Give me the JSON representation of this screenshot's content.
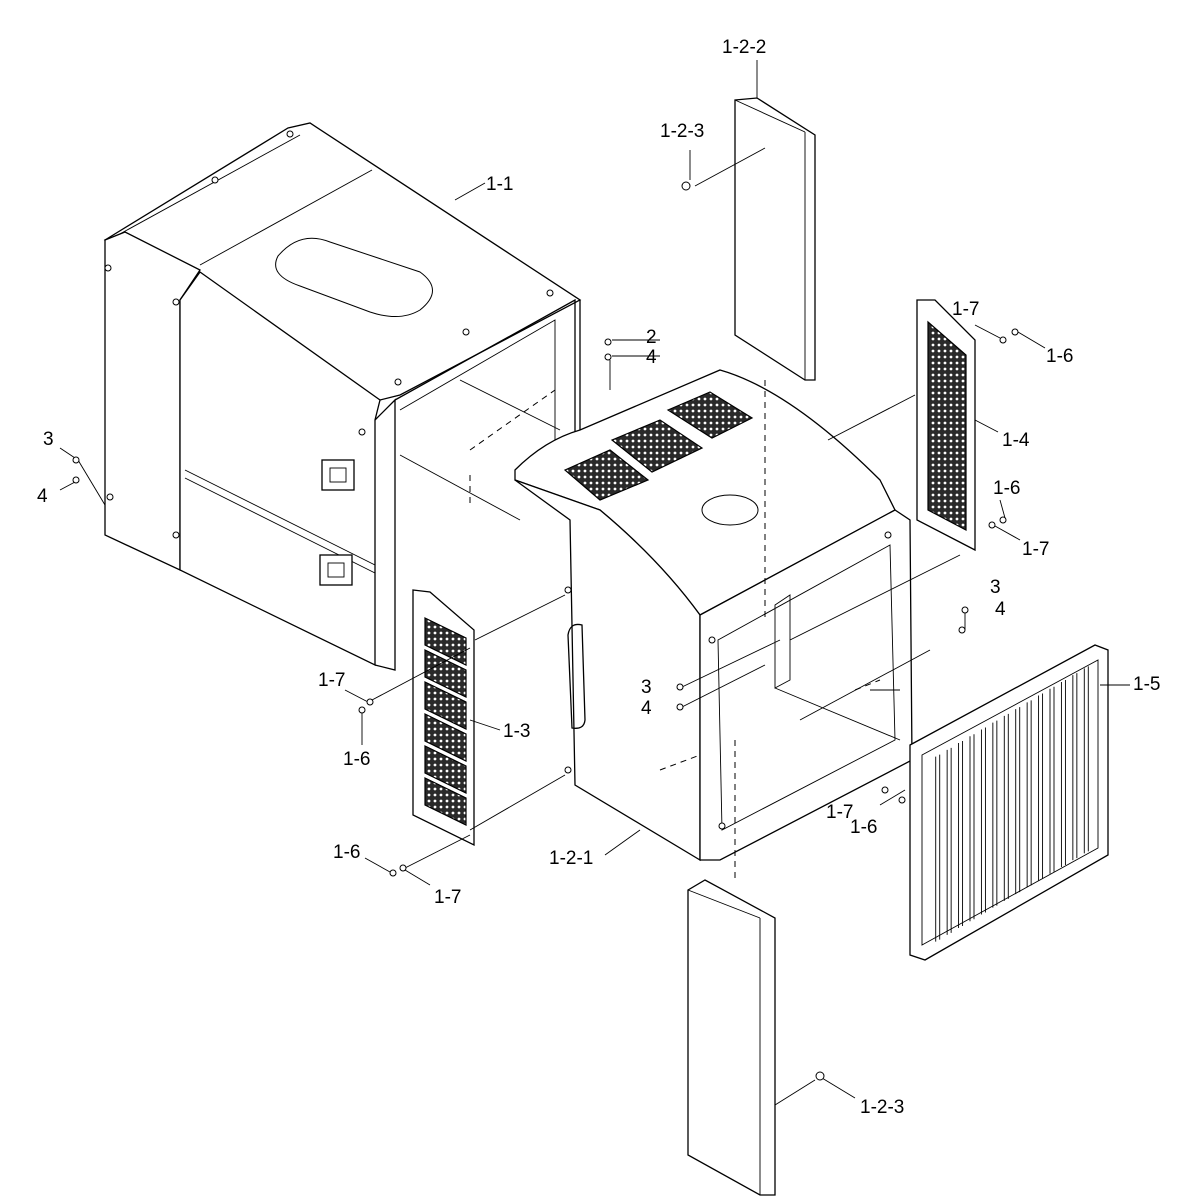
{
  "labels": {
    "p_1_1": "1-1",
    "p_1_2_1": "1-2-1",
    "p_1_2_2": "1-2-2",
    "p_1_2_3_top": "1-2-3",
    "p_1_2_3_bottom": "1-2-3",
    "p_1_3": "1-3",
    "p_1_4": "1-4",
    "p_1_5": "1-5",
    "p_1_6_a": "1-6",
    "p_1_6_b": "1-6",
    "p_1_6_c": "1-6",
    "p_1_6_d": "1-6",
    "p_1_6_e": "1-6",
    "p_1_7_a": "1-7",
    "p_1_7_b": "1-7",
    "p_1_7_c": "1-7",
    "p_1_7_d": "1-7",
    "p_1_7_e": "1-7",
    "p_2": "2",
    "p_3_a": "3",
    "p_3_b": "3",
    "p_3_c": "3",
    "p_4_a": "4",
    "p_4_b": "4",
    "p_4_c": "4",
    "p_4_d": "4"
  },
  "colors": {
    "line": "#000000",
    "background": "#ffffff"
  }
}
